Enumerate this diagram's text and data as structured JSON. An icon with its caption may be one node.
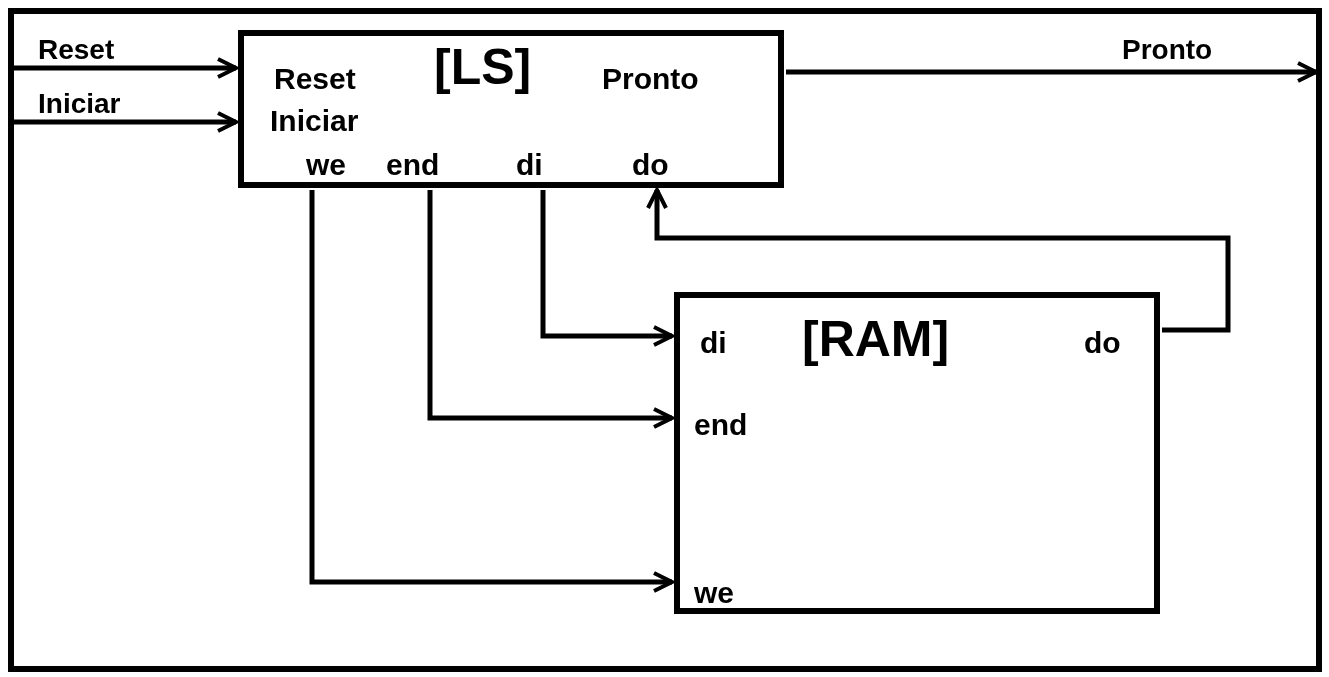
{
  "diagram": {
    "nodes": [
      {
        "text": [
          "Reset",
          "[LS]",
          "Pronto",
          "Iniciar",
          "we",
          "end",
          "di",
          "do"
        ]
      },
      {
        "text": [
          "di",
          "[RAM]",
          "do",
          "end",
          "we"
        ]
      }
    ],
    "edges": [
      {
        "from": null,
        "to": 0,
        "arrow": "to",
        "label": "Reset"
      },
      {
        "from": null,
        "to": 0,
        "arrow": "to",
        "label": "Iniciar"
      },
      {
        "from": 0,
        "to": null,
        "arrow": "to",
        "label": "Pronto"
      },
      {
        "from": 0,
        "to": 1,
        "arrow": "to"
      },
      {
        "from": 0,
        "to": 1,
        "arrow": "to"
      },
      {
        "from": 0,
        "to": 1,
        "arrow": "to"
      },
      {
        "from": 1,
        "to": 0,
        "arrow": "to"
      }
    ]
  }
}
